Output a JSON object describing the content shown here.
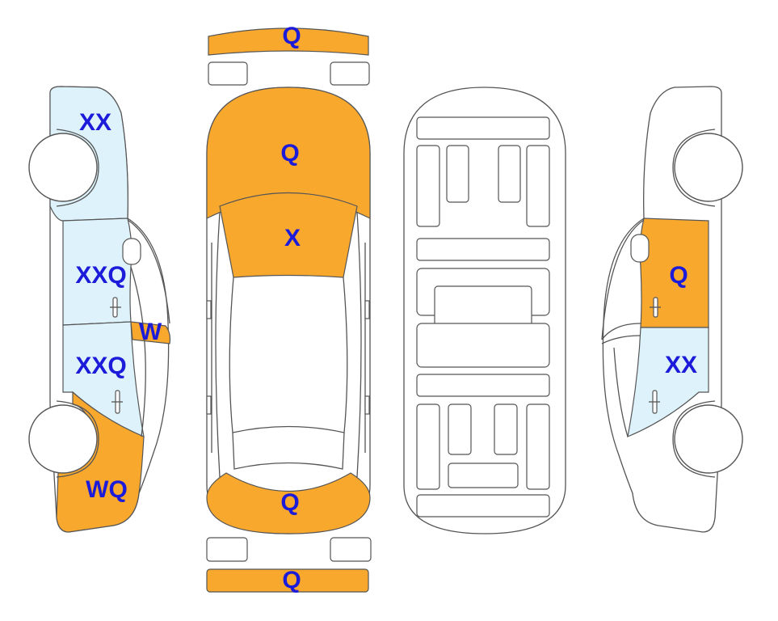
{
  "colors": {
    "damage": "#F9A82E",
    "light": "#DDF2FA",
    "label": "#1B1BD9",
    "outline": "#555555"
  },
  "labels": {
    "front_bumper": "Q",
    "hood": "Q",
    "windshield": "X",
    "trunk": "Q",
    "rear_bumper": "Q",
    "left_front_fender": "XX",
    "left_front_door": "XXQ",
    "left_mirror": "W",
    "left_rear_door": "XXQ",
    "left_rear_quarter": "WQ",
    "right_front_door": "Q",
    "right_rear_door": "XX"
  }
}
